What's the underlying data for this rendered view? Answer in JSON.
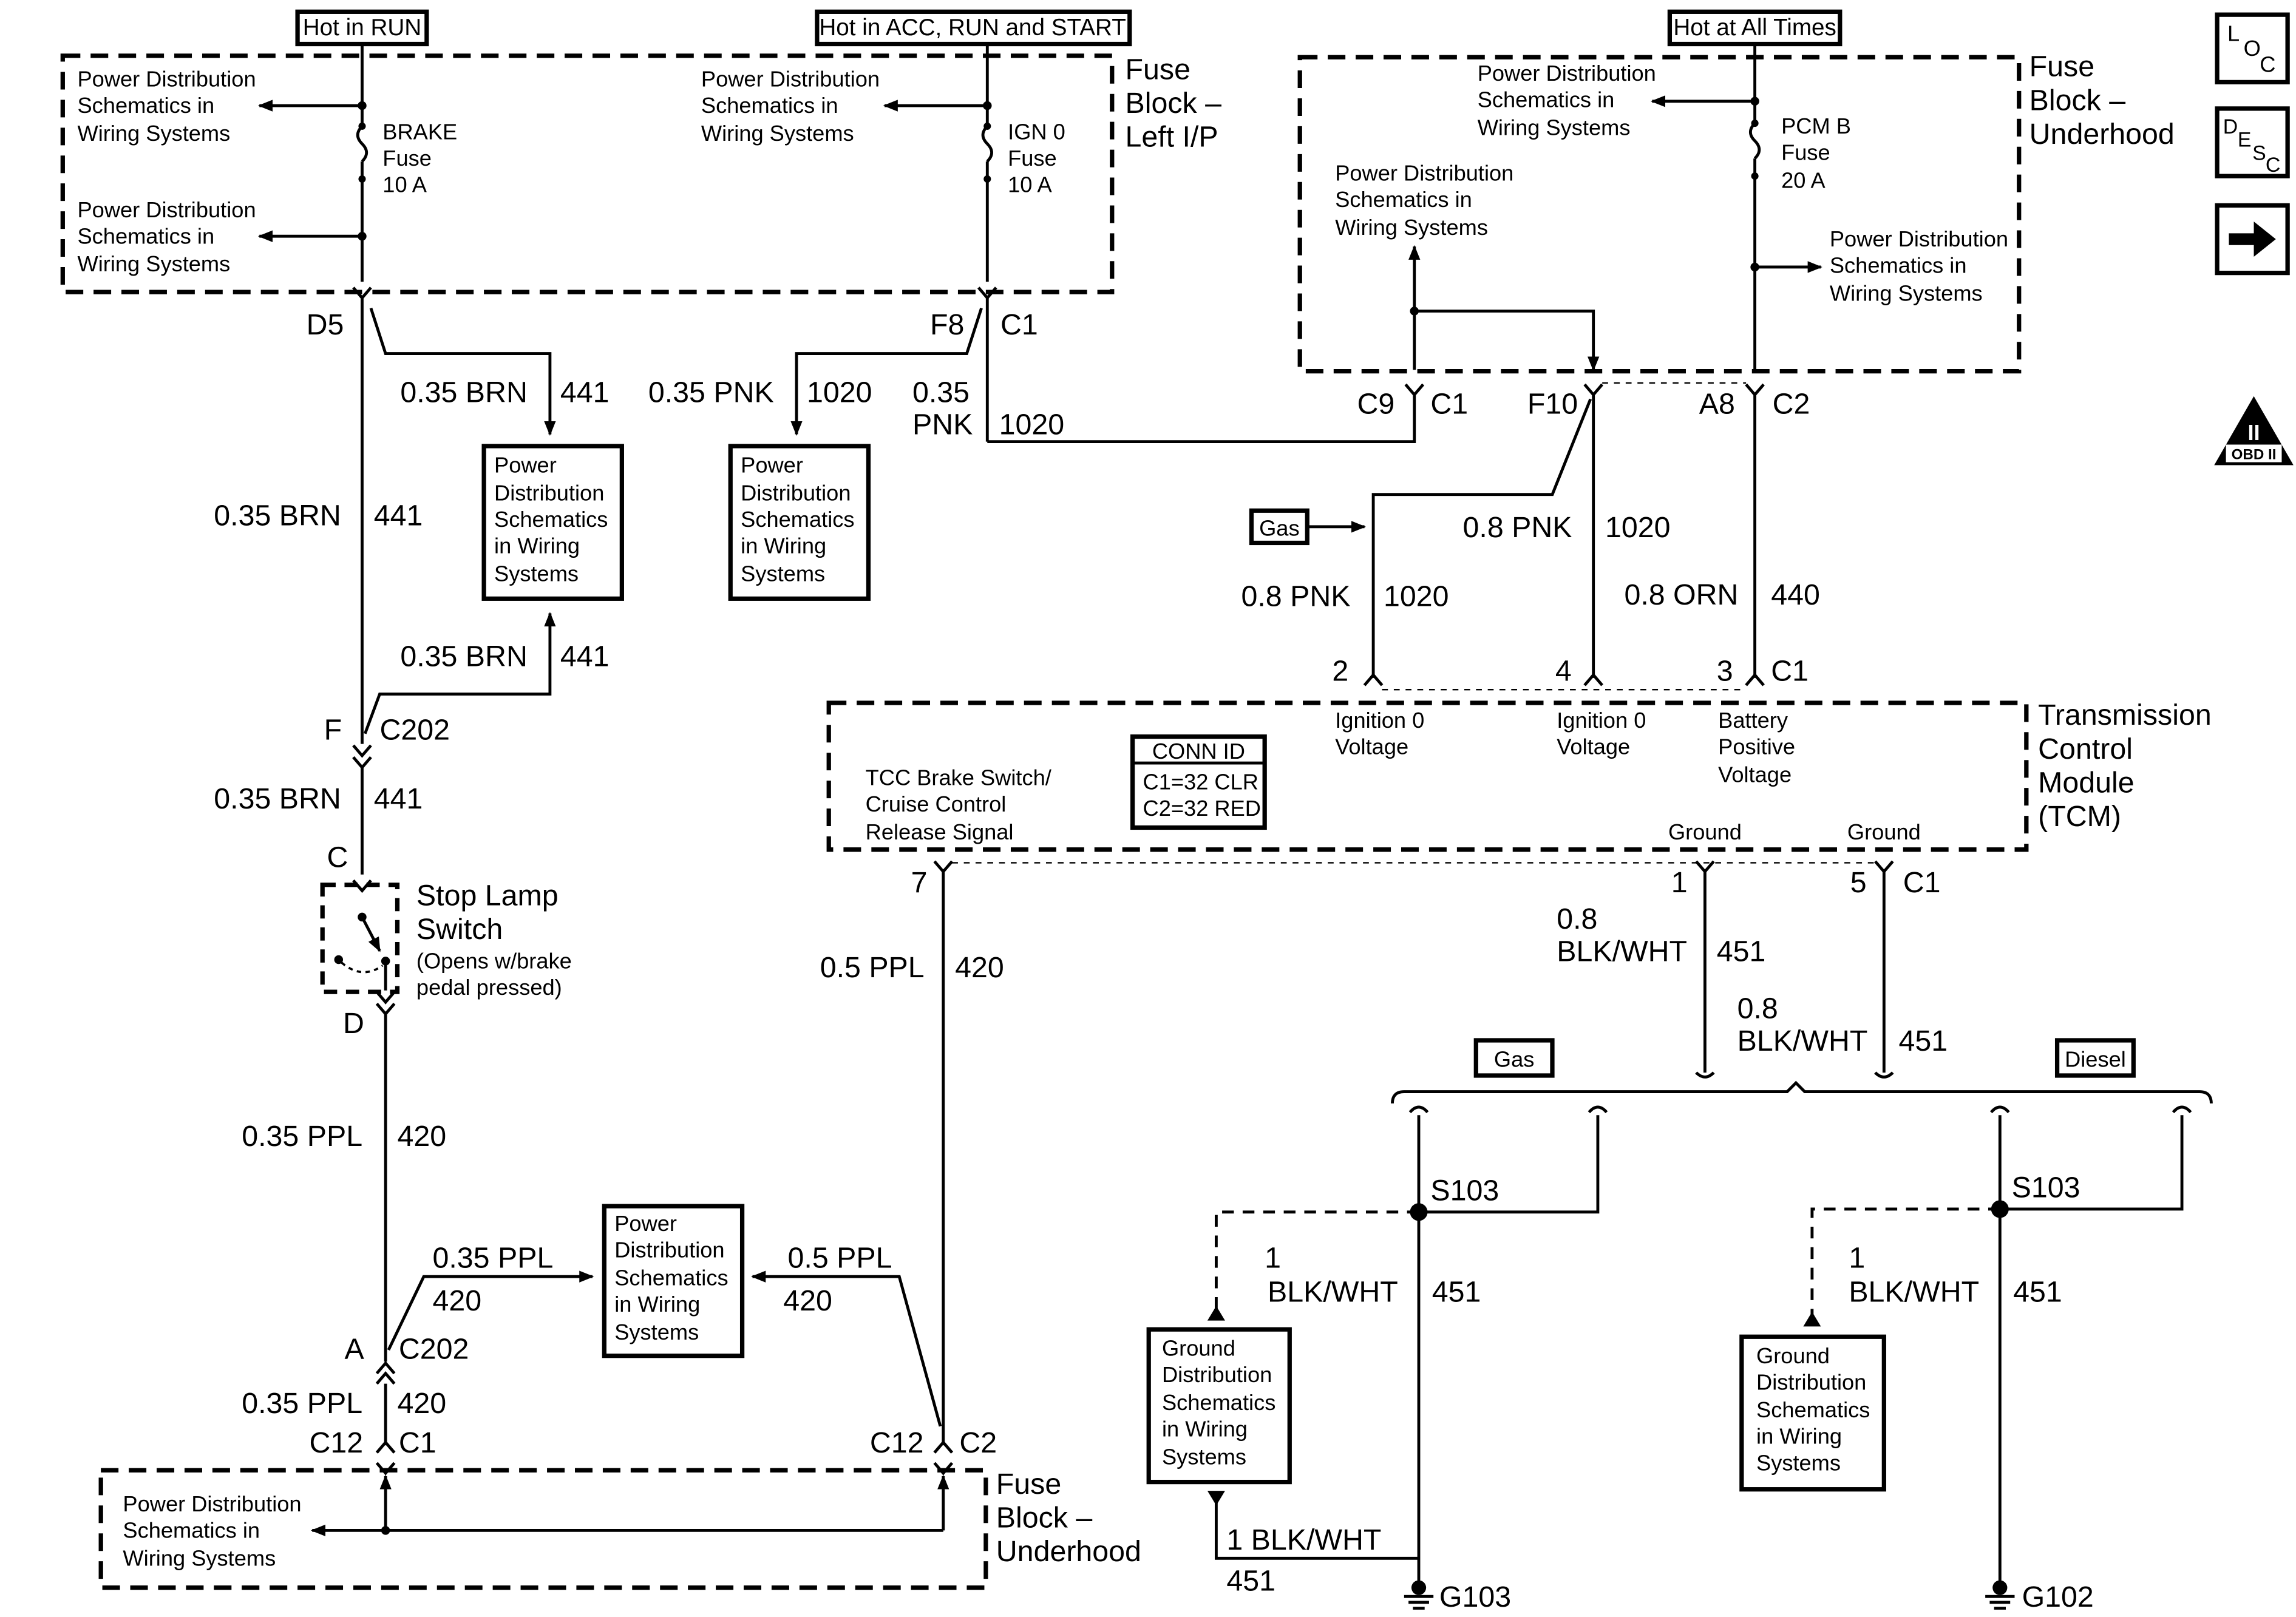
{
  "power_sources": {
    "run": "Hot in RUN",
    "acc_run_start": "Hot in ACC, RUN and START",
    "all_times": "Hot at All Times"
  },
  "fuse_blocks": {
    "left_ip": [
      "Fuse",
      "Block –",
      "Left I/P"
    ],
    "underhood_top": [
      "Fuse",
      "Block –",
      "Underhood"
    ],
    "underhood_bottom": [
      "Fuse",
      "Block –",
      "Underhood"
    ]
  },
  "fuses": {
    "brake": [
      "BRAKE",
      "Fuse",
      "10 A"
    ],
    "ign0": [
      "IGN 0",
      "Fuse",
      "10 A"
    ],
    "pcmb": [
      "PCM B",
      "Fuse",
      "20 A"
    ]
  },
  "pds": [
    "Power Distribution",
    "Schematics in",
    "Wiring Systems"
  ],
  "pds_box": [
    "Power",
    "Distribution",
    "Schematics",
    "in Wiring",
    "Systems"
  ],
  "gds_box": [
    "Ground",
    "Distribution",
    "Schematics",
    "in Wiring",
    "Systems"
  ],
  "connectors": {
    "d5": "D5",
    "f8": "F8",
    "c1": "C1",
    "c2": "C2",
    "c9": "C9",
    "f10": "F10",
    "a8": "A8",
    "f": "F",
    "c202": "C202",
    "c": "C",
    "d": "D",
    "a": "A",
    "c12": "C12",
    "pin2": "2",
    "pin4": "4",
    "pin3": "3",
    "pin7": "7",
    "pin1": "1",
    "pin5": "5"
  },
  "wires": {
    "brn035": "0.35 BRN",
    "c441": "441",
    "pnk035": "0.35 PNK",
    "c1020": "1020",
    "pnk035a": "0.35",
    "pnk035b": "PNK",
    "pnk08": "0.8 PNK",
    "orn08": "0.8 ORN",
    "c440": "440",
    "ppl035": "0.35 PPL",
    "c420": "420",
    "ppl05": "0.5 PPL",
    "blkwht08a": "0.8",
    "blkwht08b": "BLK/WHT",
    "c451": "451",
    "blkwht1a": "1",
    "blkwht1b": "BLK/WHT",
    "blkwht1": "1 BLK/WHT"
  },
  "stop_lamp": [
    "Stop Lamp",
    "Switch",
    "(Opens w/brake",
    "pedal pressed)"
  ],
  "tcm": {
    "title": [
      "Transmission",
      "Control",
      "Module",
      "(TCM)"
    ],
    "tcc": [
      "TCC Brake Switch/",
      "Cruise Control",
      "Release Signal"
    ],
    "ign0_volt": [
      "Ignition 0",
      "Voltage"
    ],
    "batt": [
      "Battery",
      "Positive",
      "Voltage"
    ],
    "ground": "Ground"
  },
  "conn_id": {
    "title": "CONN ID",
    "c1": "C1=32 CLR",
    "c2": "C2=32 RED"
  },
  "tags": {
    "gas": "Gas",
    "diesel": "Diesel"
  },
  "splices": {
    "s103": "S103"
  },
  "grounds": {
    "g103": "G103",
    "g102": "G102"
  },
  "nav": {
    "loc": [
      "L",
      "O",
      "C"
    ],
    "desc": [
      "D",
      "E",
      "S",
      "C"
    ],
    "obd": [
      "II",
      "OBD II"
    ]
  }
}
